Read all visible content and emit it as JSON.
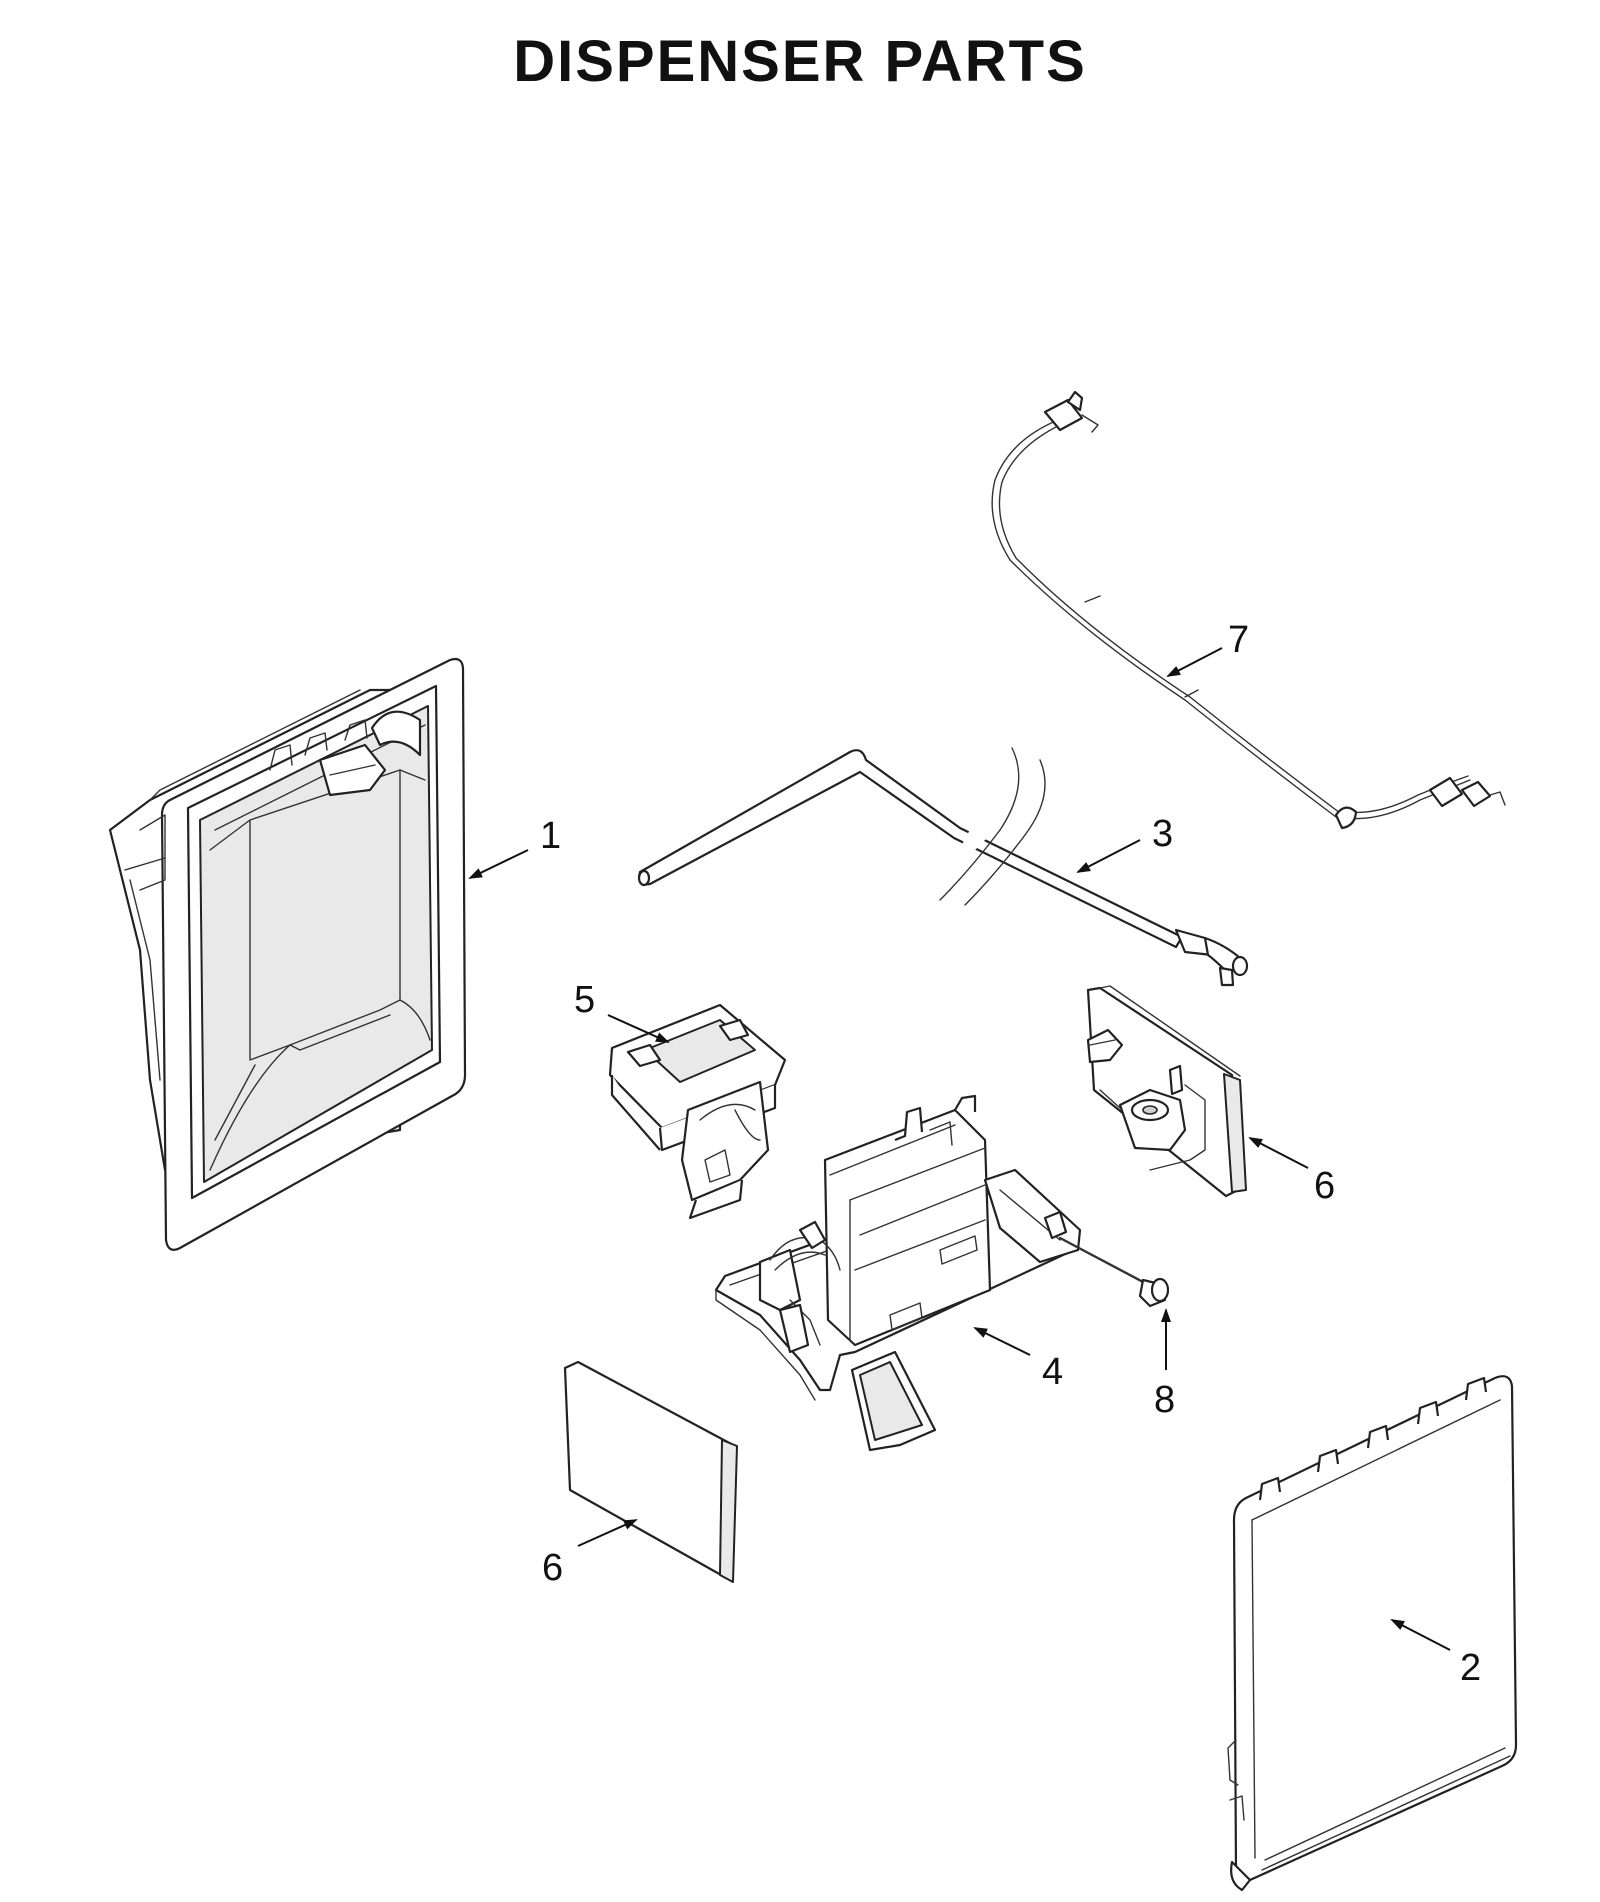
{
  "title": "DISPENSER PARTS",
  "callouts": {
    "c1": "1",
    "c2": "2",
    "c3": "3",
    "c4": "4",
    "c5": "5",
    "c6a": "6",
    "c6b": "6",
    "c7": "7",
    "c8": "8"
  }
}
